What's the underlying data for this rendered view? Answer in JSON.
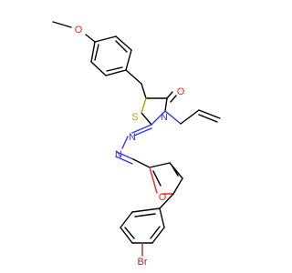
{
  "colors": {
    "carbon_bond": "#000000",
    "nitrogen": "#3333ff",
    "oxygen": "#ff2020",
    "sulfur": "#b8a000",
    "bromine": "#a52a2a",
    "background": "#ffffff"
  },
  "atoms": {
    "methoxy_oxygen": "O",
    "carbonyl_oxygen": "O",
    "ring_sulfur": "S",
    "ring_nitrogen": "N",
    "hydrazone_n1": "N",
    "hydrazone_n2": "N",
    "furan_oxygen": "O",
    "bromine": "Br"
  }
}
